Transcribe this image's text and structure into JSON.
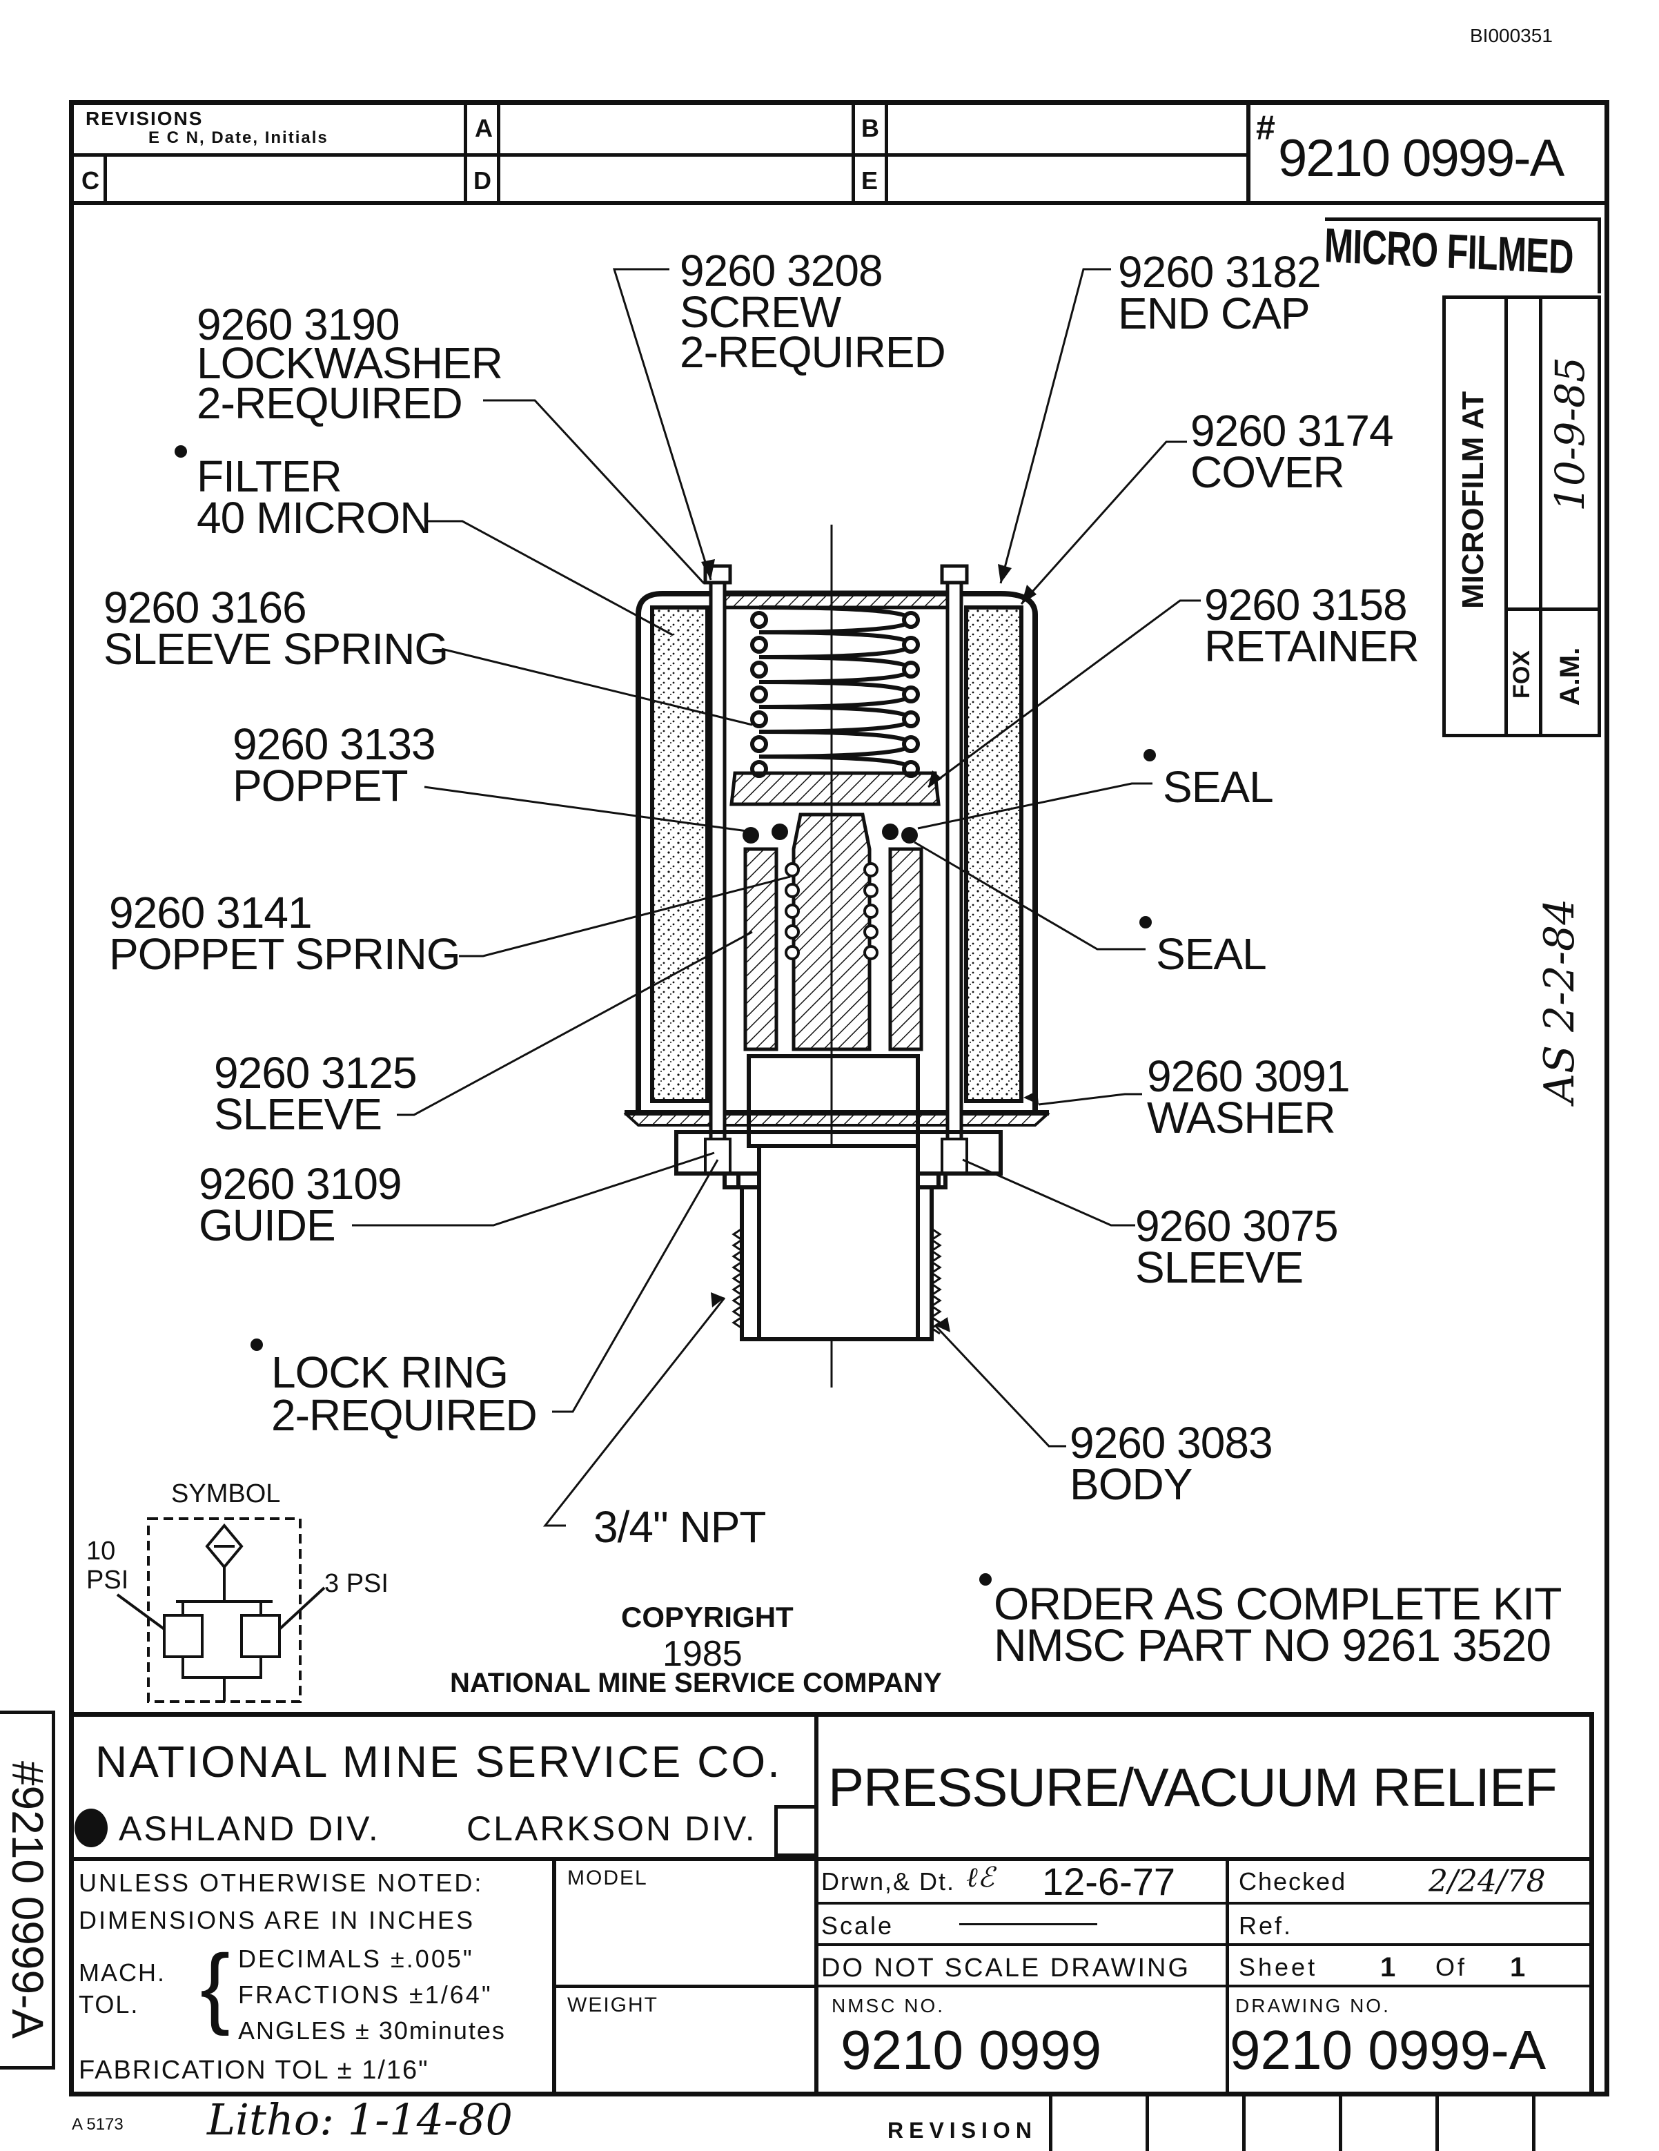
{
  "doc_id": "BI000351",
  "revisions": {
    "header": "REVISIONS",
    "sub": "E C N, Date, Initials",
    "cells": [
      "A",
      "B",
      "C",
      "D",
      "E"
    ]
  },
  "drawing_number_top": "9210 0999-A",
  "drawing_number_hash": "#",
  "stamp_microfilmed": "MICRO FILMED",
  "microfilm_box": {
    "label": "MICROFILM AT",
    "date": "10-9-85",
    "who": "FOX",
    "time": "A.M."
  },
  "side_note": "AS 2-2-84",
  "callouts": {
    "screw": [
      "9260 3208",
      "SCREW",
      "2-REQUIRED"
    ],
    "end_cap": [
      "9260 3182",
      "END CAP"
    ],
    "lockwasher": [
      "9260 3190",
      "LOCKWASHER",
      "2-REQUIRED"
    ],
    "filter": [
      "FILTER",
      "40 MICRON"
    ],
    "cover": [
      "9260 3174",
      "COVER"
    ],
    "sleeve_spring": [
      "9260 3166",
      "SLEEVE SPRING"
    ],
    "retainer": [
      "9260 3158",
      "RETAINER"
    ],
    "poppet": [
      "9260 3133",
      "POPPET"
    ],
    "seal1": "SEAL",
    "seal2": "SEAL",
    "poppet_spring": [
      "9260 3141",
      "POPPET SPRING"
    ],
    "sleeve": [
      "9260 3125",
      "SLEEVE"
    ],
    "washer": [
      "9260 3091",
      "WASHER"
    ],
    "guide": [
      "9260 3109",
      "GUIDE"
    ],
    "sleeve2": [
      "9260 3075",
      "SLEEVE"
    ],
    "lock_ring": [
      "LOCK RING",
      "2-REQUIRED"
    ],
    "body": [
      "9260 3083",
      "BODY"
    ],
    "npt": "3/4\" NPT"
  },
  "symbol": {
    "title": "SYMBOL",
    "left": [
      "10",
      "PSI"
    ],
    "right": "3 PSI"
  },
  "copyright": [
    "COPYRIGHT",
    "1985",
    "NATIONAL MINE SERVICE COMPANY"
  ],
  "order_note": [
    "ORDER AS COMPLETE KIT",
    "NMSC PART NO 9261 3520"
  ],
  "title_block": {
    "company": "NATIONAL MINE SERVICE CO.",
    "div1": "ASHLAND DIV.",
    "div2": "CLARKSON DIV.",
    "title": "PRESSURE/VACUUM RELIEF",
    "unless": "UNLESS OTHERWISE NOTED:",
    "dims": "DIMENSIONS ARE IN INCHES",
    "mach": "MACH.",
    "tol": "TOL.",
    "decimals": "DECIMALS ±.005\"",
    "fractions": "FRACTIONS ±1/64\"",
    "angles": "ANGLES ± 30minutes",
    "fab": "FABRICATION TOL  ± 1/16\"",
    "model": "MODEL",
    "weight": "WEIGHT",
    "drwn": "Drwn,& Dt.",
    "drwn_date": "12-6-77",
    "checked": "Checked",
    "checked_date": "2/24/78",
    "scale": "Scale",
    "ref": "Ref.",
    "dnsd": "DO NOT SCALE DRAWING",
    "sheet": "Sheet",
    "sheet_no": "1",
    "of": "Of",
    "of_no": "1",
    "nmsc_no_label": "NMSC NO.",
    "nmsc_no": "9210  0999",
    "drawing_no_label": "DRAWING NO.",
    "drawing_no": "9210  0999-A"
  },
  "side_number": "#9210 0999-A",
  "footer": {
    "form": "A 5173",
    "litho": "Litho: 1-14-80",
    "revision": "REVISION"
  }
}
